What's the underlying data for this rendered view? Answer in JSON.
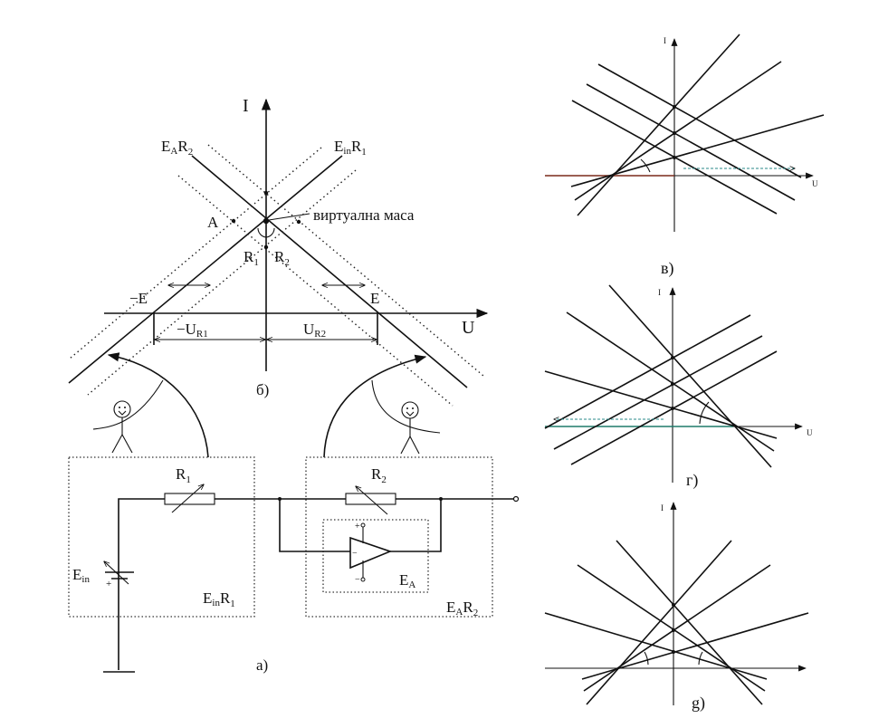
{
  "panel_b": {
    "axis_i": "I",
    "axis_u": "U",
    "line_left_label": "E",
    "line_left_sub": "A",
    "line_left_label2": "R",
    "line_left_sub2": "2",
    "line_right_label": "E",
    "line_right_sub": "in",
    "line_right_label2": "R",
    "line_right_sub2": "1",
    "point_a": "A",
    "virtual_ground": "виртуална маса",
    "r1": "R",
    "r1_sub": "1",
    "r2": "R",
    "r2_sub": "2",
    "minus_e": "−E",
    "plus_e": "E",
    "u_r1": "−U",
    "u_r1_sub": "R1",
    "u_r2": "U",
    "u_r2_sub": "R2",
    "caption": "б)"
  },
  "panel_a": {
    "r1": "R",
    "r1_sub": "1",
    "r2": "R",
    "r2_sub": "2",
    "e_in": "E",
    "e_in_sub": "in",
    "battery_plus": "+",
    "box1_label": "E",
    "box1_sub": "in",
    "box1_label2": "R",
    "box1_sub2": "1",
    "box2_label": "E",
    "box2_sub": "A",
    "box2_label2": "R",
    "box2_sub2": "2",
    "opamp_label": "E",
    "opamp_sub": "A",
    "opamp_plus": "+",
    "opamp_minus": "−",
    "opamp_input_minus": "−",
    "caption": "а)"
  },
  "panel_v": {
    "axis_i": "I",
    "axis_u": "U",
    "caption": "в)"
  },
  "panel_g": {
    "axis_i": "I",
    "axis_u": "U",
    "caption": "г)"
  },
  "panel_d": {
    "axis_i": "I",
    "caption": "g)"
  }
}
